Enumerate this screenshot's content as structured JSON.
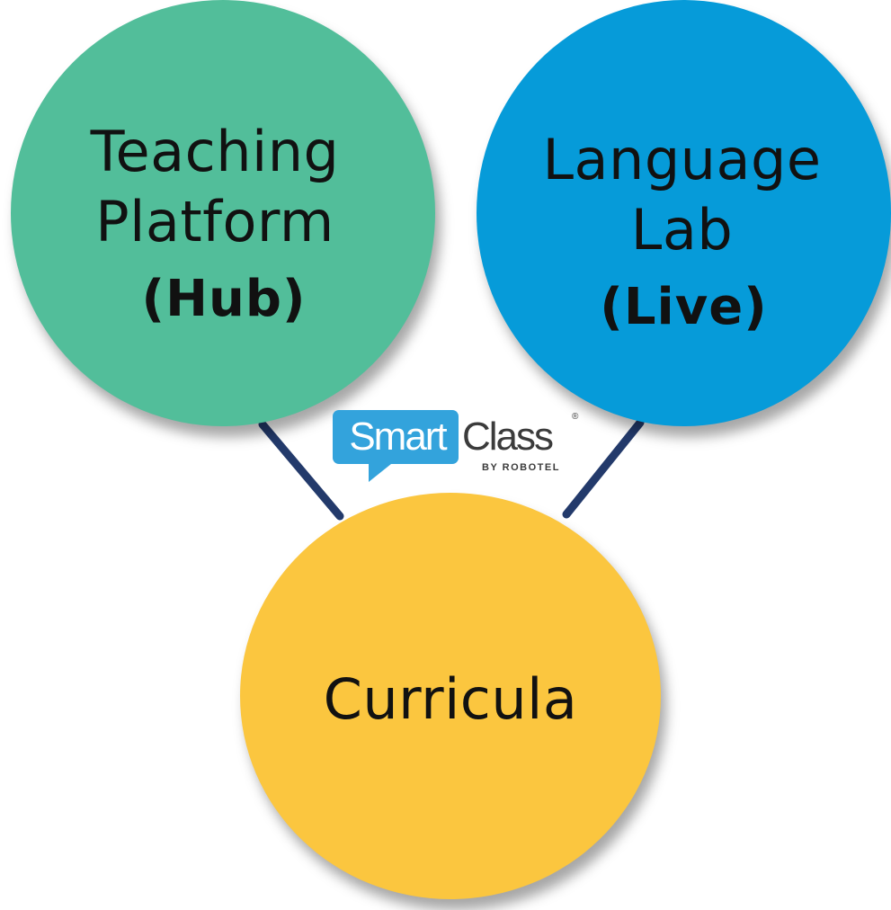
{
  "nodes": {
    "teaching": {
      "label": "Teaching\nPlatform",
      "sublabel": "(Hub)",
      "color": "#52be9a"
    },
    "language": {
      "label": "Language\nLab",
      "sublabel": "(Live)",
      "color": "#069bd9"
    },
    "curricula": {
      "label": "Curricula",
      "color": "#fbc63f"
    }
  },
  "connector_color": "#233a6b",
  "logo": {
    "word1": "Smart",
    "word2": "Class",
    "byline": "BY ROBOTEL",
    "mark": "®",
    "badge_color": "#33a3dc"
  }
}
